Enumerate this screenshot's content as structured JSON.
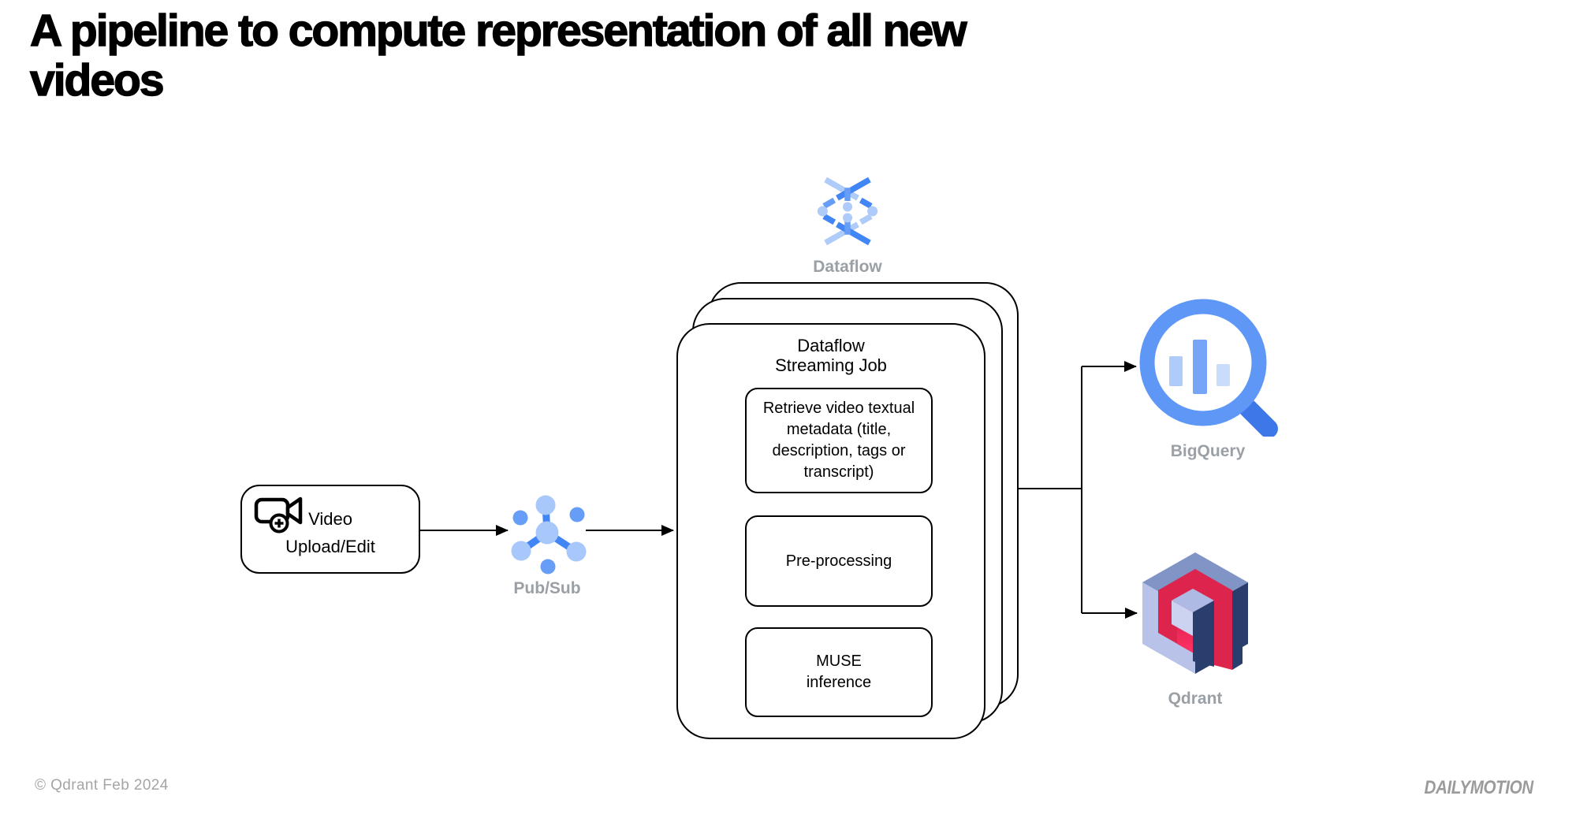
{
  "page": {
    "title": "A pipeline to compute representation of all new\nvideos",
    "footer_left": "© Qdrant Feb 2024",
    "footer_right": "DAILYMOTION"
  },
  "nodes": {
    "video_upload": {
      "label": "Video\nUpload/Edit",
      "icon": "video-camera-add-icon"
    },
    "pubsub": {
      "label": "Pub/Sub",
      "icon": "pubsub-icon"
    },
    "dataflow": {
      "label": "Dataflow",
      "icon": "dataflow-icon"
    },
    "bigquery": {
      "label": "BigQuery",
      "icon": "bigquery-search-icon"
    },
    "qdrant": {
      "label": "Qdrant",
      "icon": "qdrant-cube-icon"
    }
  },
  "pipeline_card": {
    "title": "Dataflow\nStreaming Job",
    "steps": [
      {
        "label": "Retrieve video textual\nmetadata (title,\ndescription, tags or\ntranscript)"
      },
      {
        "label": "Pre-processing"
      },
      {
        "label": "MUSE\ninference"
      }
    ]
  },
  "colors": {
    "accent_blue_dark": "#4285F4",
    "accent_blue_medium": "#669DF6",
    "accent_blue_light": "#A8C7FA",
    "label_gray": "#9AA0A6",
    "qdrant_red": "#DC244C",
    "qdrant_pink": "#FF3364",
    "qdrant_navy": "#2A3E6E",
    "qdrant_lavender": "#B9C2E8",
    "line_black": "#000000"
  }
}
